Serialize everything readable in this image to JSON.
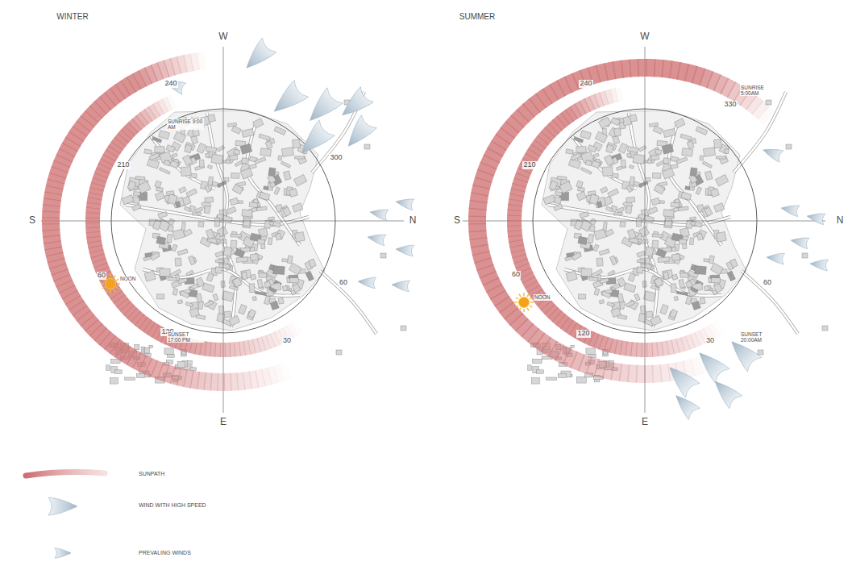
{
  "diagram": {
    "labels": [
      "WINTER",
      "W",
      "S",
      "N",
      "E",
      "240",
      "210",
      "300",
      "60",
      "60",
      "120",
      "30",
      "SUNRISE 9:00 AM",
      "NOON",
      "SUNSET 17:00 PM",
      "SUMMER",
      "W",
      "S",
      "N",
      "E",
      "240",
      "330",
      "210",
      "60",
      "60",
      "120",
      "30",
      "SUNRISE 5:00AM",
      "NOON",
      "SUNSET 20:00AM"
    ],
    "legend": [
      {
        "text": "SUNPATH"
      },
      {
        "text": "WIND WITH HIGH SPEED"
      },
      {
        "text": "PREVALING WINDS"
      }
    ]
  }
}
